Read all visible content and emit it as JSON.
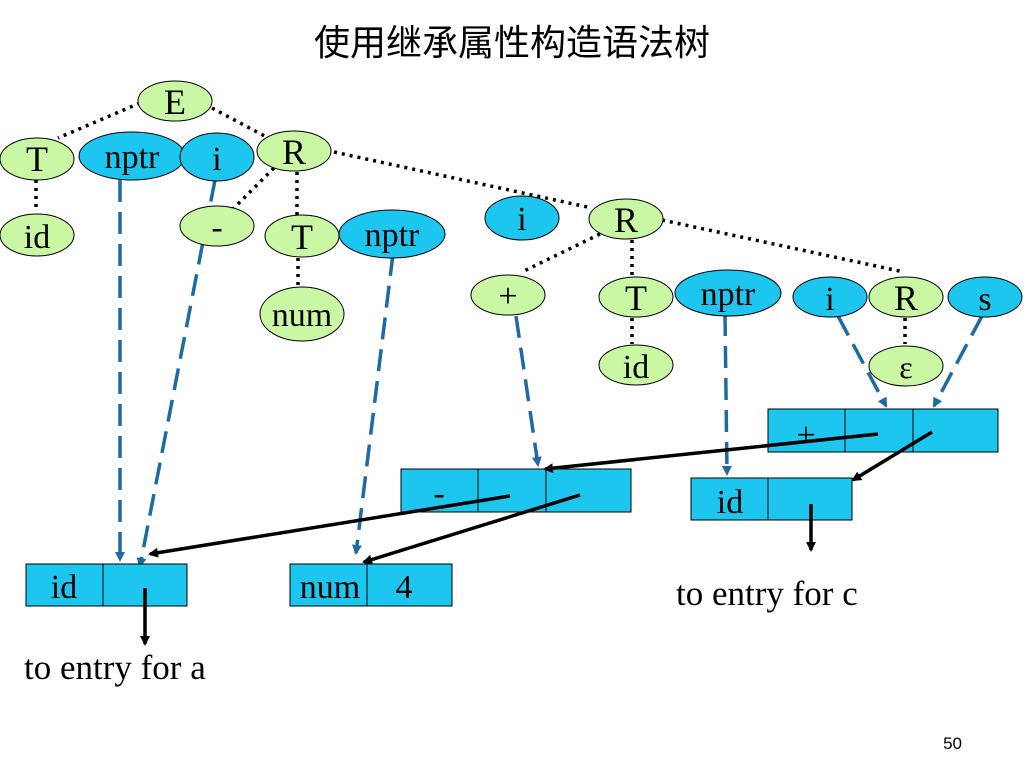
{
  "title": "使用继承属性构造语法树",
  "page_number": "50",
  "captions": {
    "entry_a": "to entry for a",
    "entry_c": "to entry for c"
  },
  "colors": {
    "green_node_fill": "#c9f7a4",
    "blue_node_fill": "#1cc6ee",
    "record_fill": "#1cc6ee",
    "dashed_arrow": "#1e6aa3",
    "solid_arrow": "#000000",
    "dotted_edge": "#000000"
  },
  "nodes": {
    "E": "E",
    "T1": "T",
    "nptr1": "nptr",
    "i1": "i",
    "R1": "R",
    "id1": "id",
    "minus": "-",
    "T2": "T",
    "nptr2": "nptr",
    "num": "num",
    "i2": "i",
    "R2": "R",
    "plus": "+",
    "T3": "T",
    "nptr3": "nptr",
    "id2": "id",
    "i3": "i",
    "R3": "R",
    "s": "s",
    "eps": "ε"
  },
  "records": {
    "id_a": [
      "id",
      ""
    ],
    "num_4": [
      "num",
      "4"
    ],
    "minus_node": [
      "-",
      "",
      ""
    ],
    "id_c": [
      "id",
      ""
    ],
    "plus_node": [
      "+",
      "",
      ""
    ]
  }
}
